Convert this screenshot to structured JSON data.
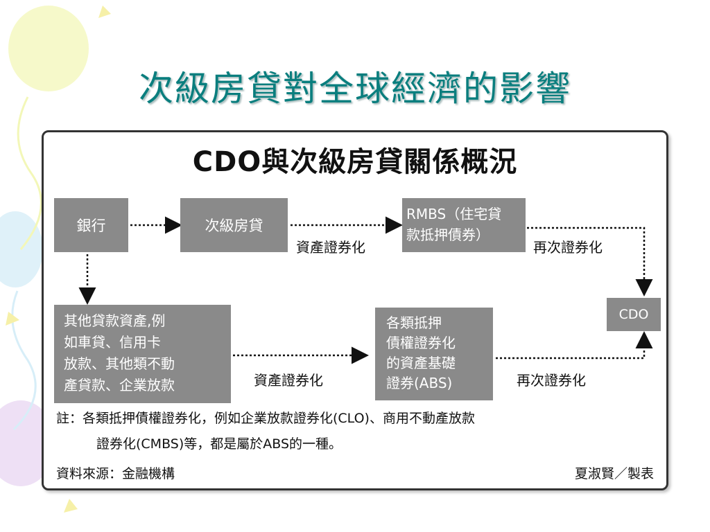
{
  "slide": {
    "title": "次級房貸對全球經濟的影響"
  },
  "figure": {
    "title": "CDO與次級房貸關係概況",
    "boxes": {
      "bank": "銀行",
      "subprime": "次級房貸",
      "rmbs": "RMBS（住宅貸\n款抵押債券）",
      "other_loans": "其他貸款資產,例\n如車貸、信用卡\n放款、其他類不動\n產貸款、企業放款",
      "abs": "各類抵押\n債權證券化\n的資產基礎\n證券(ABS)",
      "cdo": "CDO"
    },
    "edge_labels": {
      "securitization_top": "資產證券化",
      "resecuritization_top": "再次證券化",
      "securitization_bottom": "資產證券化",
      "resecuritization_bottom": "再次證券化"
    },
    "note_line1": "註：各類抵押債權證券化，例如企業放款證券化(CLO)、商用不動產放款",
    "note_line2": "證券化(CMBS)等，都是屬於ABS的一種。",
    "source": "資料來源：金融機構",
    "credit": "夏淑賢／製表"
  },
  "colors": {
    "title": "#0a7e7e",
    "box_fill": "#8a8a8a",
    "box_text": "#ffffff",
    "frame": "#333333"
  }
}
